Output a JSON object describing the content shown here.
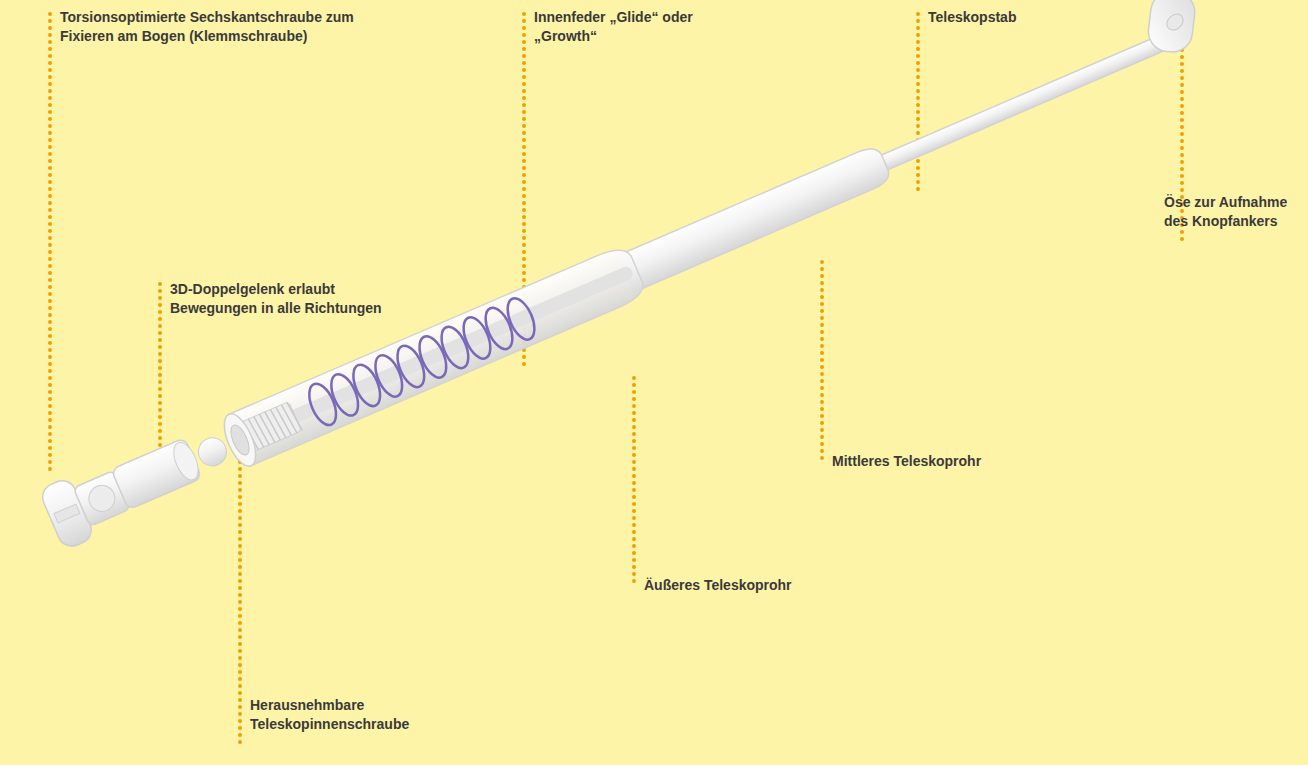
{
  "diagram": {
    "labels": [
      "Torsionsoptimierte Sechskantschraube zum Fixieren am Bogen (Klemmschraube)",
      "Innenfeder „Glide“ oder „Growth“",
      "Teleskopstab",
      "Öse zur Aufnahme des Knopfankers",
      "3D-Doppelgelenk erlaubt Bewegungen in alle Richtungen",
      "Mittleres Teleskoprohr",
      "Äußeres Teleskoprohr",
      "Herausnehmbare Teleskopinnenschraube"
    ]
  }
}
